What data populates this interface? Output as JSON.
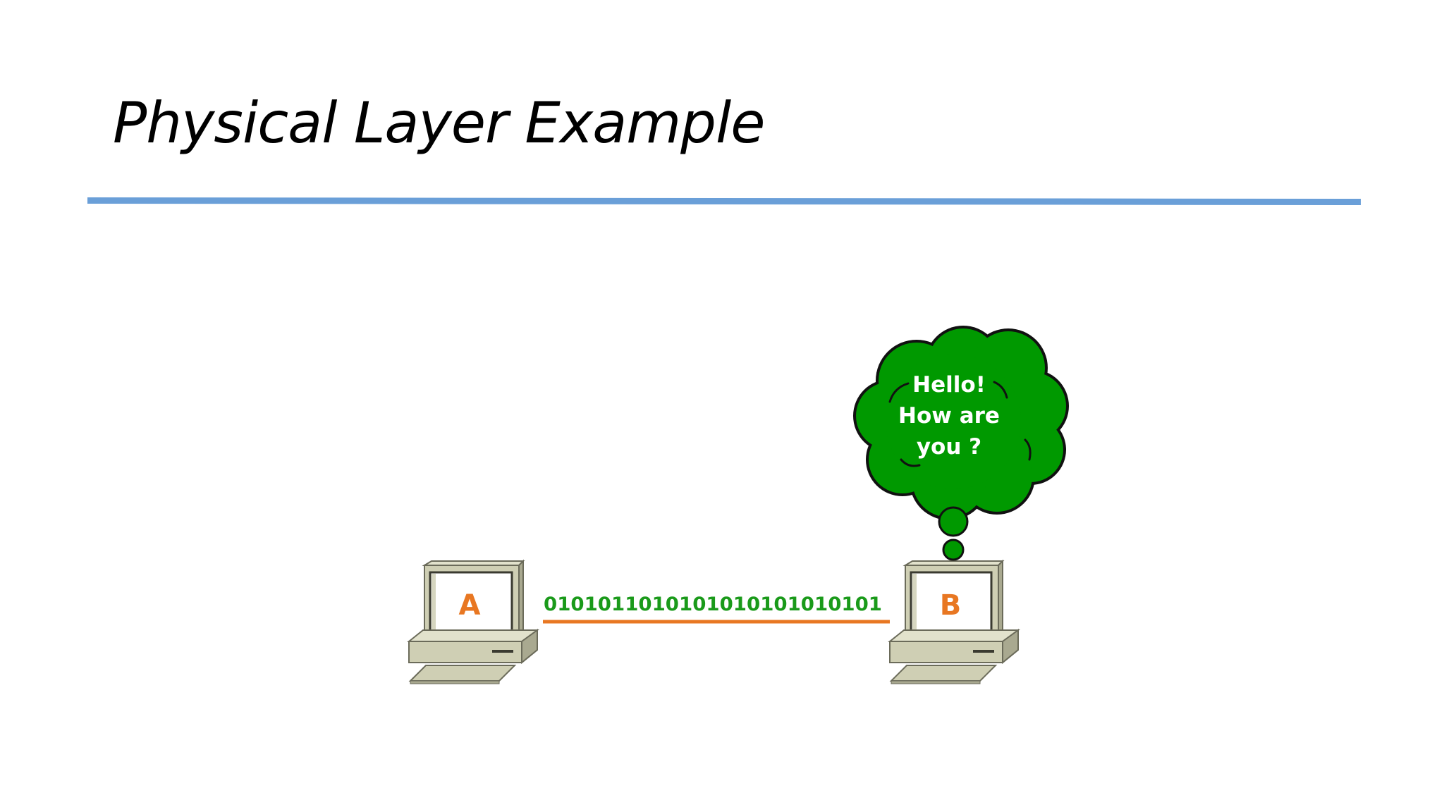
{
  "slide": {
    "title": "Physical Layer Example"
  },
  "colors": {
    "title_rule": "#6a9fd8",
    "bubble_fill": "#009900",
    "bubble_text": "#ffffff",
    "binary_text": "#1a9a1a",
    "cable": "#e87722",
    "computer_letter": "#e87722",
    "computer_body": "#cfcfb4"
  },
  "diagram": {
    "computer_a": {
      "label": "A",
      "icon": "desktop-computer-icon"
    },
    "computer_b": {
      "label": "B",
      "icon": "desktop-computer-icon"
    },
    "binary_stream": "0101011010101010101010101",
    "thought_bubble": {
      "lines": [
        "Hello!",
        "How are",
        "you ?"
      ],
      "icon": "thought-bubble-icon"
    }
  }
}
